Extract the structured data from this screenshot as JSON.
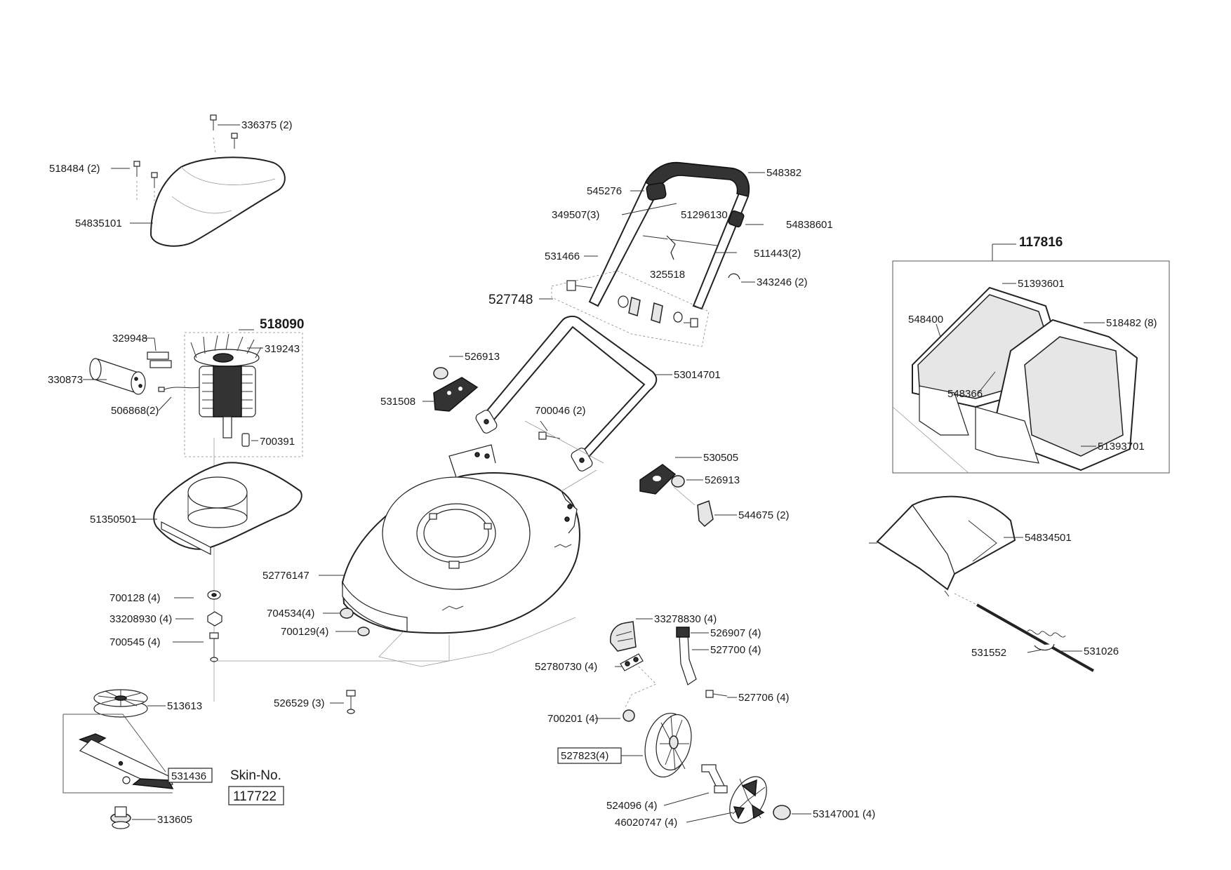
{
  "labels": {
    "l336375": "336375 (2)",
    "l518484": "518484 (2)",
    "l54835101": "54835101",
    "l518090": "518090",
    "l329948": "329948",
    "l319243": "319243",
    "l330873": "330873",
    "l506868": "506868(2)",
    "l700391": "700391",
    "l51350501": "51350501",
    "l700128": "700128 (4)",
    "l33208930": "33208930 (4)",
    "l700545": "700545 (4)",
    "l513613": "513613",
    "l531436": "531436",
    "l313605": "313605",
    "lSkin": "Skin-No.",
    "l117722": "117722",
    "l526529": "526529 (3)",
    "l704534": "704534(4)",
    "l700129": "700129(4)",
    "l52776147": "52776147",
    "l526913a": "526913",
    "l531508": "531508",
    "l700046": "700046 (2)",
    "l53014701": "53014701",
    "l527748": "527748",
    "l531466": "531466",
    "l349507": "349507(3)",
    "l545276": "545276",
    "l548382": "548382",
    "l51296130": "51296130",
    "l54838601": "54838601",
    "l325518": "325518",
    "l511443": "511443(2)",
    "l343246": "343246 (2)",
    "l530505": "530505",
    "l526913b": "526913",
    "l544675": "544675 (2)",
    "l33278830": "33278830 (4)",
    "l526907": "526907 (4)",
    "l527700": "527700 (4)",
    "l52780730": "52780730 (4)",
    "l527706": "527706 (4)",
    "l700201": "700201 (4)",
    "l527823": "527823(4)",
    "l524096": "524096 (4)",
    "l46020747": "46020747 (4)",
    "l53147001": "53147001 (4)",
    "l117816": "117816",
    "l51393601": "51393601",
    "l548400": "548400",
    "l518482": "518482 (8)",
    "l548366": "548366",
    "l51393701": "51393701",
    "l54834501": "54834501",
    "l531552": "531552",
    "l531026": "531026"
  }
}
